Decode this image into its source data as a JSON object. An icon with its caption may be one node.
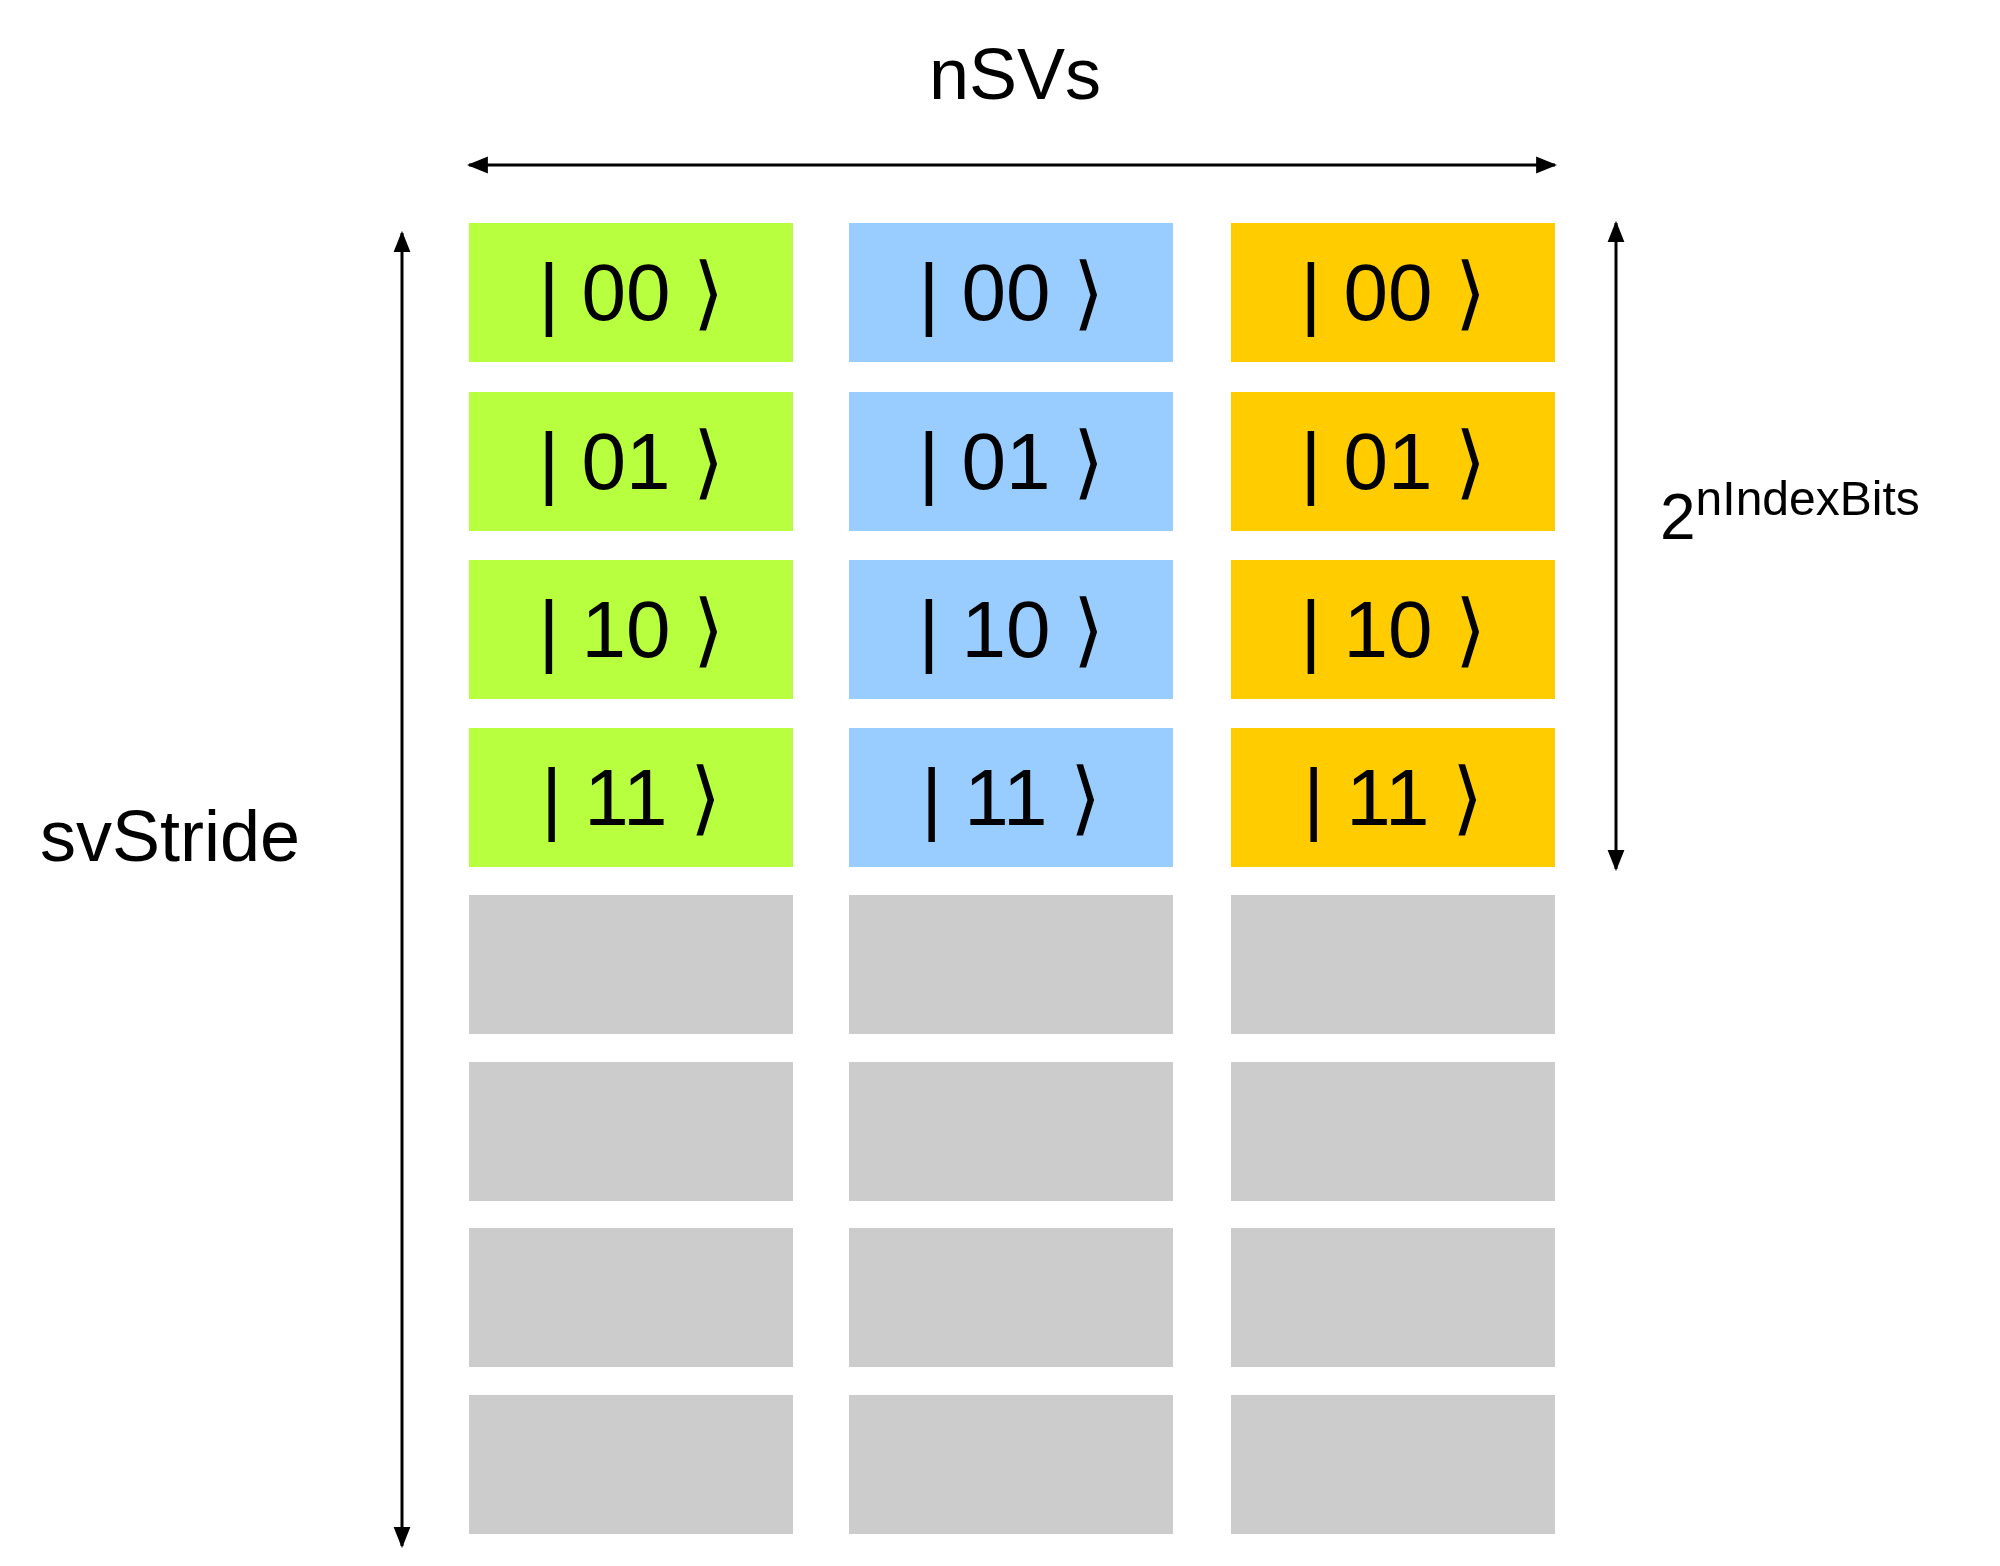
{
  "diagram": {
    "nodes": [
      {
        "text": [
          "| 00 ⟩"
        ]
      },
      {
        "text": [
          "| 00 ⟩"
        ]
      },
      {
        "text": [
          "| 00 ⟩"
        ]
      },
      {
        "text": [
          "| 01 ⟩"
        ]
      },
      {
        "text": [
          "| 01 ⟩"
        ]
      },
      {
        "text": [
          "| 01 ⟩"
        ]
      },
      {
        "text": [
          "| 10 ⟩"
        ]
      },
      {
        "text": [
          "| 10 ⟩"
        ]
      },
      {
        "text": [
          "| 10 ⟩"
        ]
      },
      {
        "text": [
          "| 11 ⟩"
        ]
      },
      {
        "text": [
          "| 11 ⟩"
        ]
      },
      {
        "text": [
          "| 11 ⟩"
        ]
      },
      {
        "text": [],
        "shape": "box"
      },
      {
        "text": [],
        "shape": "box"
      },
      {
        "text": [],
        "shape": "box"
      },
      {
        "text": [],
        "shape": "box"
      },
      {
        "text": [],
        "shape": "box"
      },
      {
        "text": [],
        "shape": "box"
      },
      {
        "text": [],
        "shape": "box"
      },
      {
        "text": [],
        "shape": "box"
      },
      {
        "text": [],
        "shape": "box"
      },
      {
        "text": [],
        "shape": "box"
      },
      {
        "text": [],
        "shape": "box"
      },
      {
        "text": [],
        "shape": "box"
      }
    ],
    "labels": [
      "nSVs",
      "svStride",
      "2$^{nIndexBits}$"
    ]
  }
}
